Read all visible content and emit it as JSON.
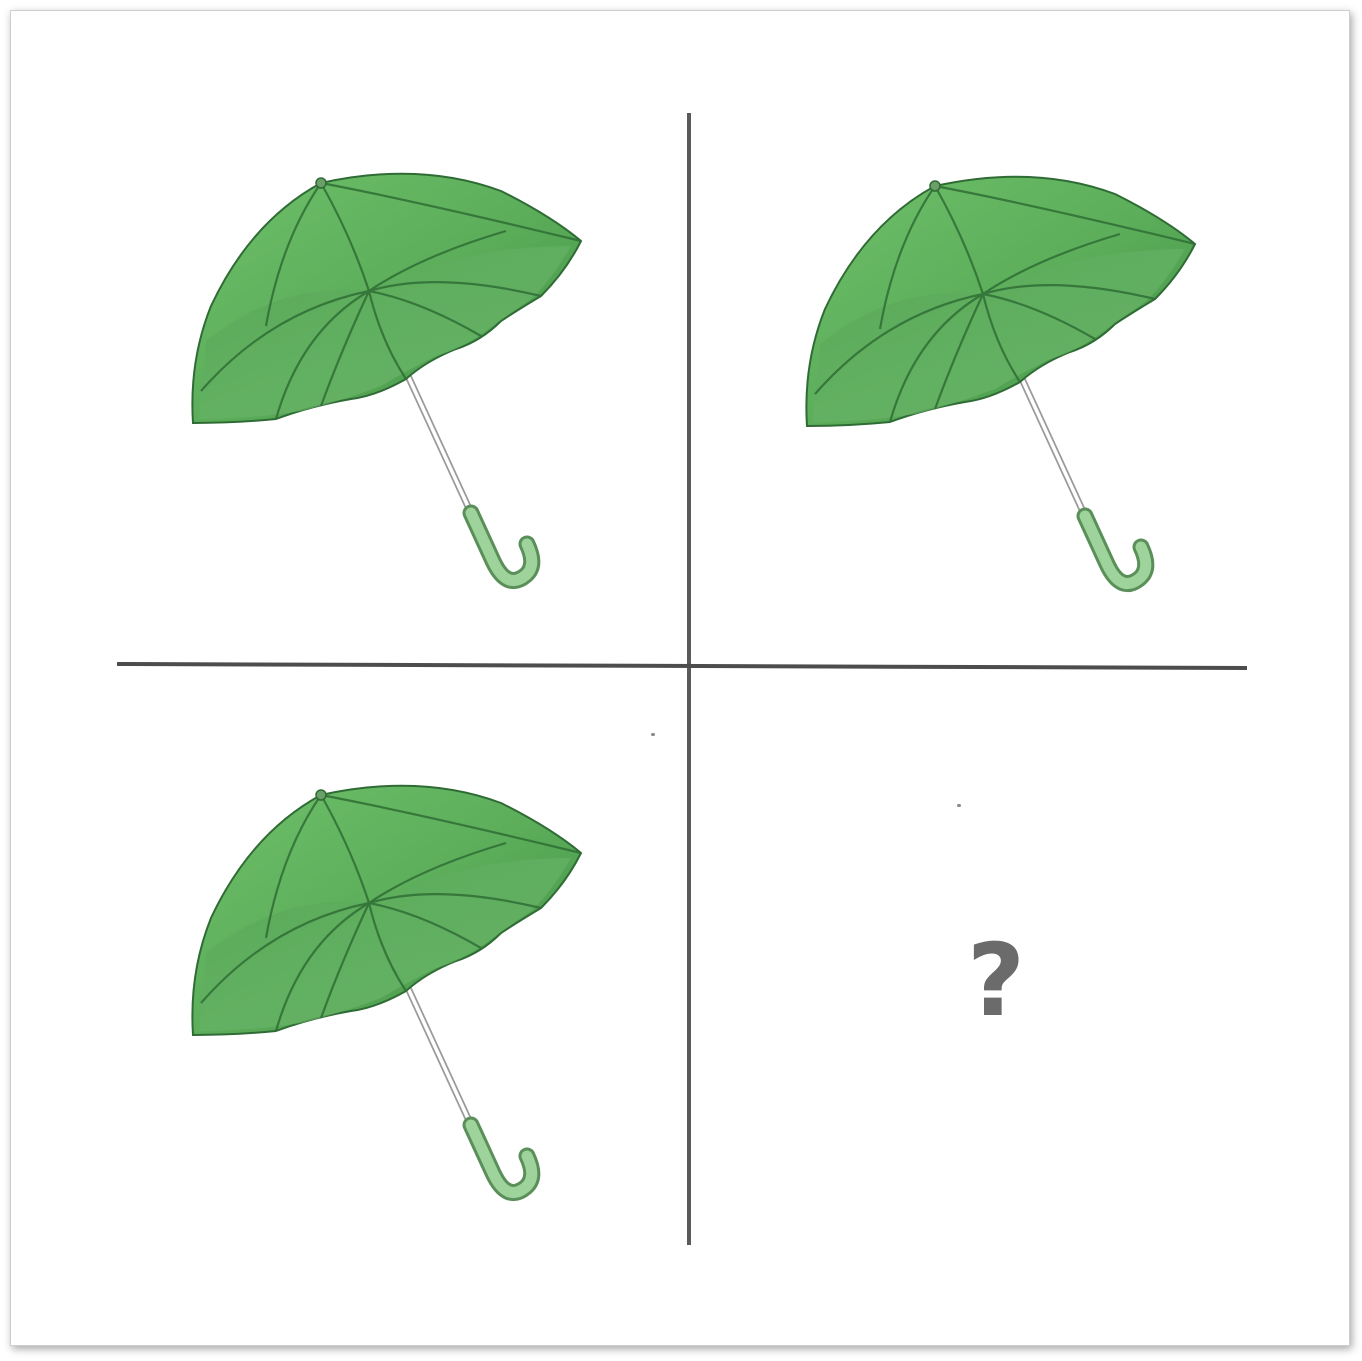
{
  "puzzle": {
    "cells": [
      {
        "position": "top-left",
        "content": "umbrella",
        "color": "#5cb85c"
      },
      {
        "position": "top-right",
        "content": "umbrella",
        "color": "#5cb85c"
      },
      {
        "position": "bottom-left",
        "content": "umbrella",
        "color": "#5cb85c"
      },
      {
        "position": "bottom-right",
        "content": "question"
      }
    ],
    "question_mark": "?",
    "divider_color": "#4d4d4d"
  }
}
